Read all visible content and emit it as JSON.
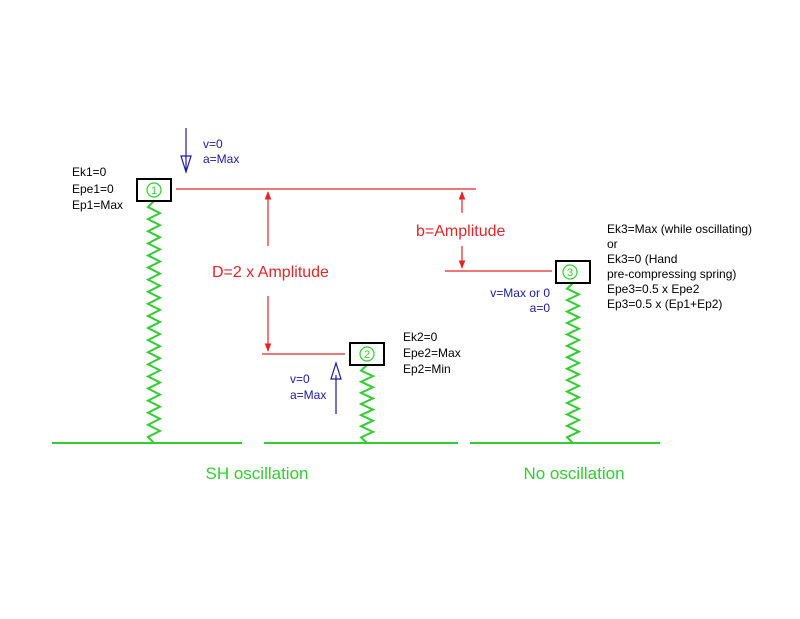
{
  "labels": {
    "pos1": {
      "number": "1",
      "energy": [
        "Ek1=0",
        "Epe1=0",
        "Ep1=Max"
      ],
      "motion": [
        "v=0",
        "a=Max"
      ]
    },
    "pos2": {
      "number": "2",
      "energy": [
        "Ek2=0",
        "Epe2=Max",
        "Ep2=Min"
      ],
      "motion": [
        "v=0",
        "a=Max"
      ]
    },
    "pos3": {
      "number": "3",
      "energy": [
        "Ek3=Max (while oscillating)",
        "or",
        "Ek3=0 (Hand",
        "pre-compressing spring)",
        "Epe3=0.5 x Epe2",
        "Ep3=0.5 x (Ep1+Ep2)"
      ],
      "motion": [
        "v=Max or 0",
        "a=0"
      ]
    },
    "dim_d": "D=2 x Amplitude",
    "dim_b": "b=Amplitude",
    "caption_sh": "SH oscillation",
    "caption_no": "No oscillation"
  },
  "colors": {
    "spring": "#33cc33",
    "ground": "#33cc33",
    "dimension": "#e0262a",
    "motion_text": "#1a1aa0",
    "arrow": "#1a1aa0",
    "box": "#000000"
  }
}
